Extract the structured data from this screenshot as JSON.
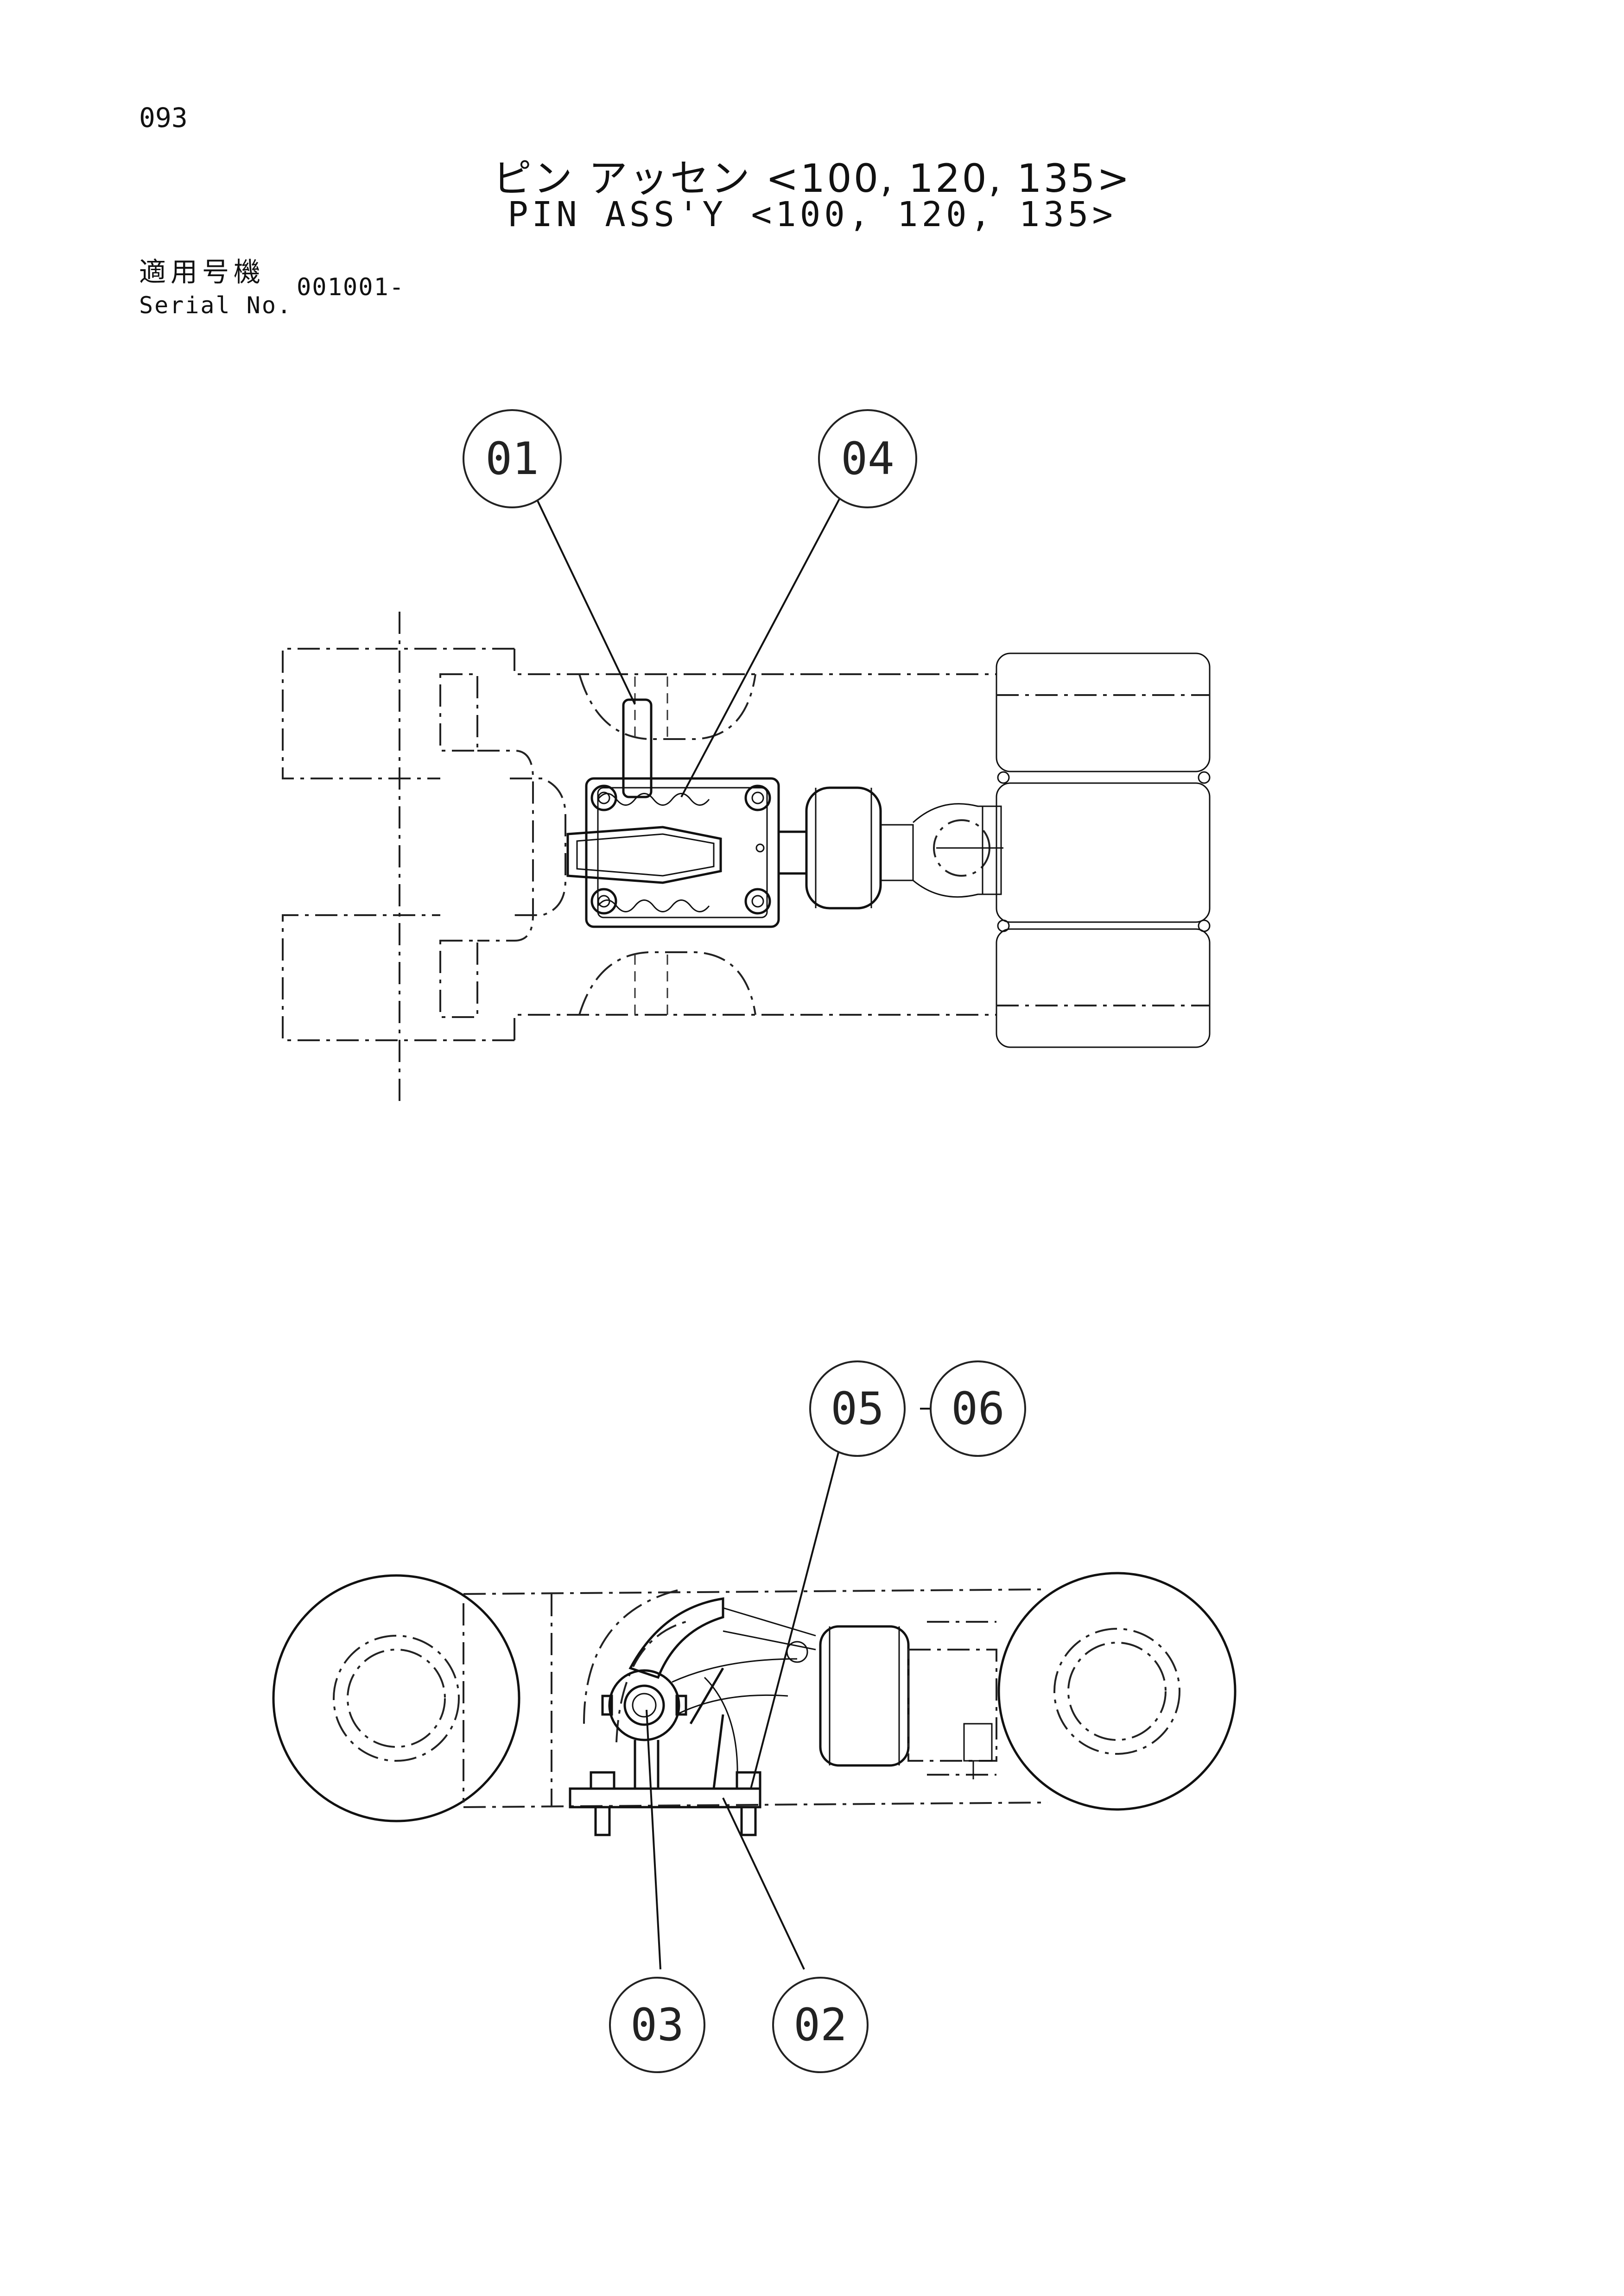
{
  "page_number": "093",
  "title_jp": "ピン アッセン <100, 120, 135>",
  "title_en": "PIN ASS'Y <100, 120, 135>",
  "serial": {
    "label_jp": "適用号機",
    "label_en": "Serial No.",
    "value": "001001-"
  },
  "callouts": {
    "c01": "01",
    "c02": "02",
    "c03": "03",
    "c04": "04",
    "c05": "05",
    "c06": "06"
  }
}
